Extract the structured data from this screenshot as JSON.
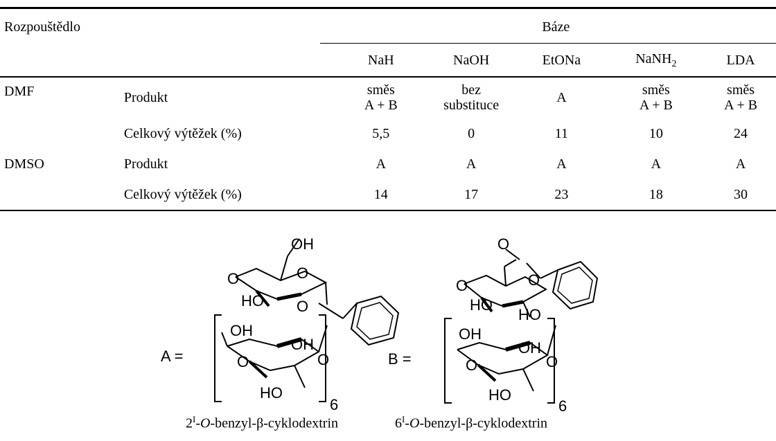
{
  "table": {
    "header": {
      "solvent_label": "Rozpouštědlo",
      "base_group_label": "Báze",
      "bases": [
        "NaH",
        "NaOH",
        "EtONa",
        "NaNH",
        "LDA"
      ],
      "nanh2_subscript": "2"
    },
    "rows": [
      {
        "solvent": "DMF",
        "property": "Produkt",
        "values": [
          [
            "směs",
            "A + B"
          ],
          [
            "bez",
            "substituce"
          ],
          [
            "A"
          ],
          [
            "směs",
            "A + B"
          ],
          [
            "směs",
            "A + B"
          ]
        ]
      },
      {
        "solvent": "",
        "property": "Celkový výtěžek (%)",
        "values": [
          [
            "5,5"
          ],
          [
            "0"
          ],
          [
            "11"
          ],
          [
            "10"
          ],
          [
            "24"
          ]
        ]
      },
      {
        "solvent": "DMSO",
        "property": "Produkt",
        "values": [
          [
            "A"
          ],
          [
            "A"
          ],
          [
            "A"
          ],
          [
            "A"
          ],
          [
            "A"
          ]
        ]
      },
      {
        "solvent": "",
        "property": "Celkový výtěžek (%)",
        "values": [
          [
            "14"
          ],
          [
            "17"
          ],
          [
            "23"
          ],
          [
            "18"
          ],
          [
            "30"
          ]
        ]
      }
    ]
  },
  "structures": {
    "a": {
      "label": "A =",
      "repeat": "6",
      "atoms": [
        "OH",
        "O",
        "HO",
        "O",
        "O",
        "OH",
        "OH",
        "O",
        "O",
        "HO"
      ],
      "caption_prefix": "2",
      "caption_sup": "I",
      "caption_italic": "-O",
      "caption_rest": "-benzyl-β-cyklodextrin"
    },
    "b": {
      "label": "B =",
      "repeat": "6",
      "atoms": [
        "O",
        "O",
        "HO",
        "O",
        "HO",
        "OH",
        "OH",
        "O",
        "O",
        "HO"
      ],
      "caption_prefix": "6",
      "caption_sup": "I",
      "caption_italic": "-O",
      "caption_rest": "-benzyl-β-cyklodextrin"
    }
  }
}
